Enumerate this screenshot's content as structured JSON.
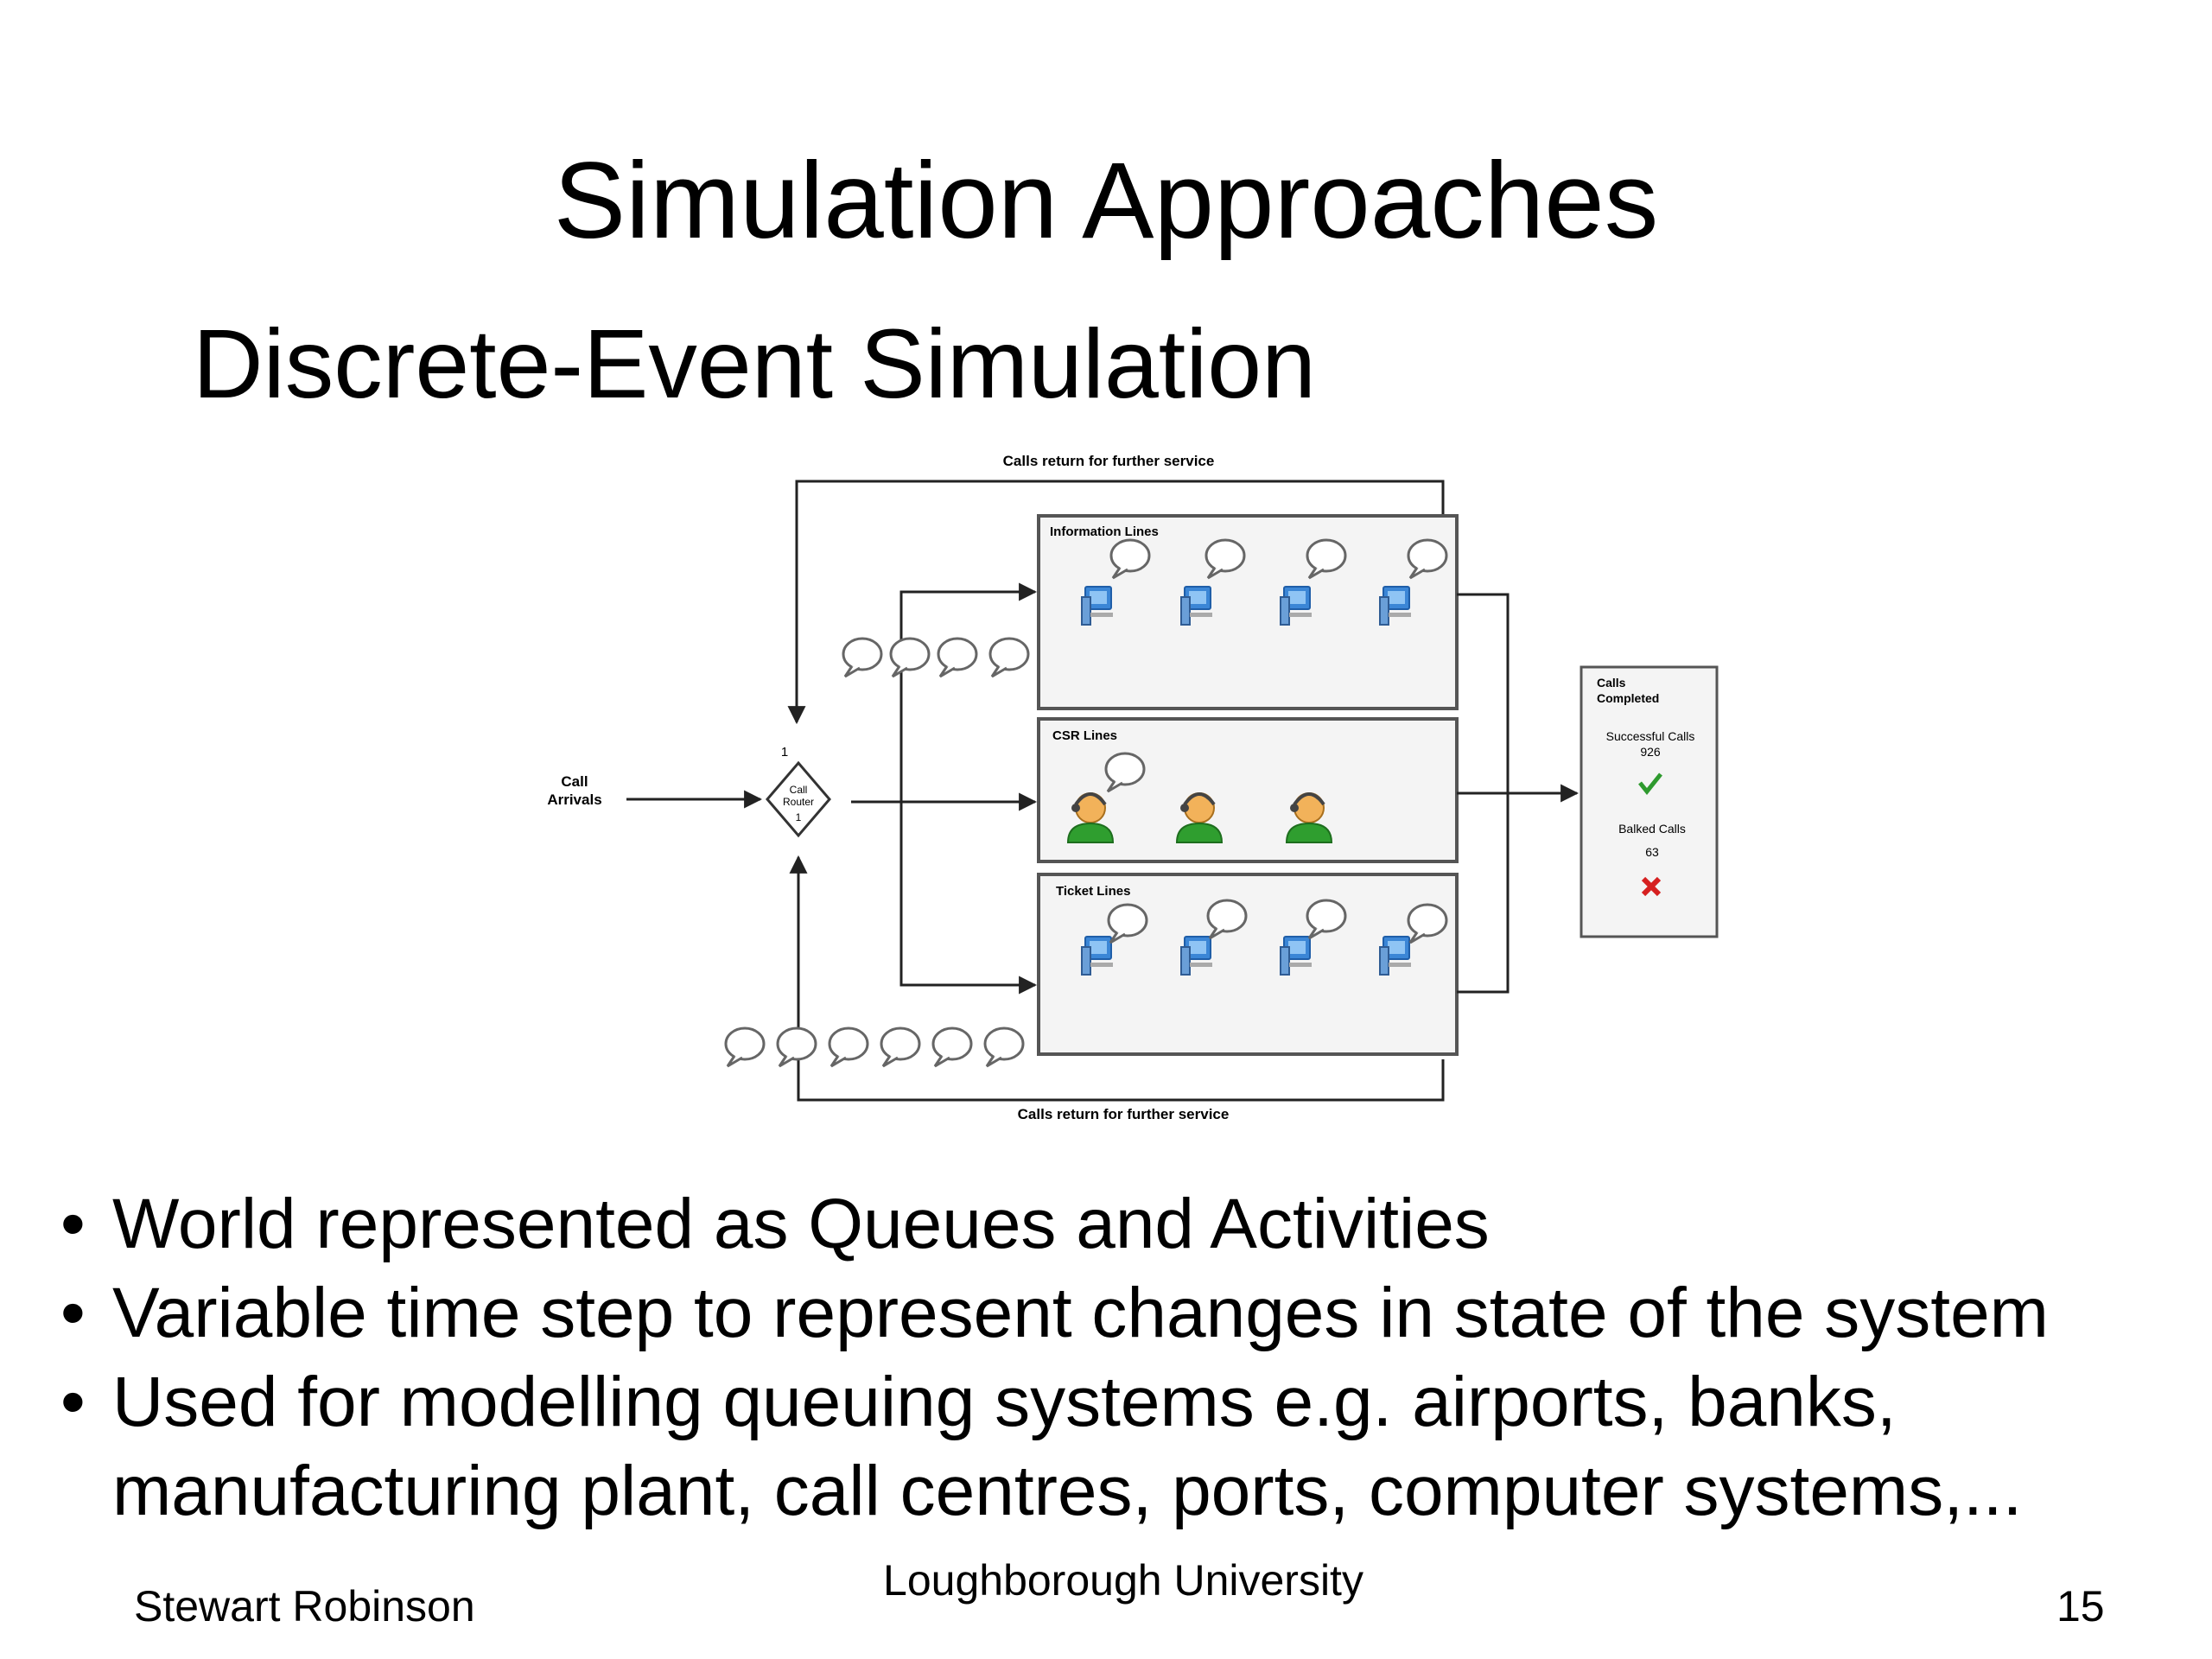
{
  "slide": {
    "title": "Simulation Approaches",
    "subtitle": "Discrete-Event Simulation"
  },
  "diagram": {
    "top_loop_label": "Calls return for further service",
    "bottom_loop_label": "Calls return for further service",
    "arrivals_label_1": "Call",
    "arrivals_label_2": "Arrivals",
    "router_label_1": "Call",
    "router_label_2": "Router",
    "router_in_count": "1",
    "router_out_count": "1",
    "info_lines_label": "Information Lines",
    "csr_lines_label": "CSR Lines",
    "ticket_lines_label": "Ticket Lines",
    "completed_title_1": "Calls",
    "completed_title_2": "Completed",
    "successful_label": "Successful Calls",
    "successful_value": "926",
    "balked_label": "Balked Calls",
    "balked_value": "63",
    "colors": {
      "line": "#222222",
      "panel_border": "#555555",
      "panel_fill": "#f4f4f4",
      "check": "#2e9a2e",
      "cross": "#d62020",
      "monitor": "#3b86d6",
      "agent_face": "#f2b25a",
      "agent_body": "#2f9e2f"
    }
  },
  "bullets": [
    "World represented as Queues and Activities",
    "Variable time step to represent changes in state of the system",
    "Used for modelling queuing systems e.g. airports, banks,",
    "manufacturing plant, call centres, ports, computer systems,..."
  ],
  "footer": {
    "author": "Stewart Robinson",
    "institution": "Loughborough University",
    "page": "15"
  }
}
